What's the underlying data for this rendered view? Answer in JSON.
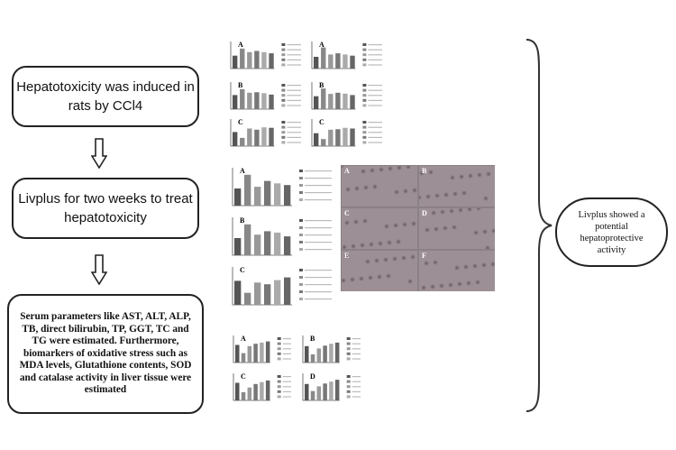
{
  "boxes": {
    "step1": "Hepatotoxicity was induced in rats by CCl4",
    "step2": "Livplus for two weeks to treat hepatotoxicity",
    "step3": "Serum parameters like AST, ALT, ALP, TB, direct bilirubin, TP, GGT, TC and TG were estimated. Furthermore, biomarkers of oxidative stress such as MDA levels, Glutathione contents, SOD and catalase activity in liver tissue were estimated",
    "outcome": "Livplus showed a potential hepatoprotective activity"
  },
  "micrograph_panels": [
    "A",
    "B",
    "C",
    "D",
    "E",
    "F"
  ],
  "mini_charts": {
    "group1": [
      {
        "panel": "A",
        "values": [
          0.55,
          0.85,
          0.7,
          0.75,
          0.7,
          0.65
        ]
      },
      {
        "panel": "A",
        "values": [
          0.5,
          0.9,
          0.6,
          0.65,
          0.6,
          0.55
        ]
      },
      {
        "panel": "B",
        "values": [
          0.6,
          0.85,
          0.7,
          0.72,
          0.68,
          0.62
        ]
      },
      {
        "panel": "B",
        "values": [
          0.55,
          0.88,
          0.65,
          0.7,
          0.66,
          0.6
        ]
      },
      {
        "panel": "C",
        "values": [
          0.6,
          0.35,
          0.75,
          0.7,
          0.8,
          0.78
        ]
      },
      {
        "panel": "C",
        "values": [
          0.55,
          0.3,
          0.7,
          0.72,
          0.78,
          0.75
        ]
      }
    ],
    "group2": [
      {
        "panel": "A",
        "values": [
          0.5,
          0.9,
          0.55,
          0.72,
          0.65,
          0.6
        ]
      },
      {
        "panel": "B",
        "values": [
          0.5,
          0.9,
          0.6,
          0.7,
          0.66,
          0.55
        ]
      },
      {
        "panel": "C",
        "values": [
          0.7,
          0.35,
          0.65,
          0.6,
          0.72,
          0.8
        ]
      }
    ],
    "group3": [
      {
        "panel": "A",
        "values": [
          0.75,
          0.4,
          0.7,
          0.8,
          0.85,
          0.9
        ]
      },
      {
        "panel": "B",
        "values": [
          0.7,
          0.35,
          0.6,
          0.72,
          0.8,
          0.85
        ]
      },
      {
        "panel": "C",
        "values": [
          0.75,
          0.35,
          0.55,
          0.7,
          0.78,
          0.85
        ]
      },
      {
        "panel": "D",
        "values": [
          0.7,
          0.4,
          0.6,
          0.72,
          0.8,
          0.88
        ]
      }
    ]
  },
  "colors": {
    "border": "#222222",
    "bar_dark": "#555555",
    "bar_light": "#bdbdbd",
    "micrograph": "#9d8f96"
  }
}
